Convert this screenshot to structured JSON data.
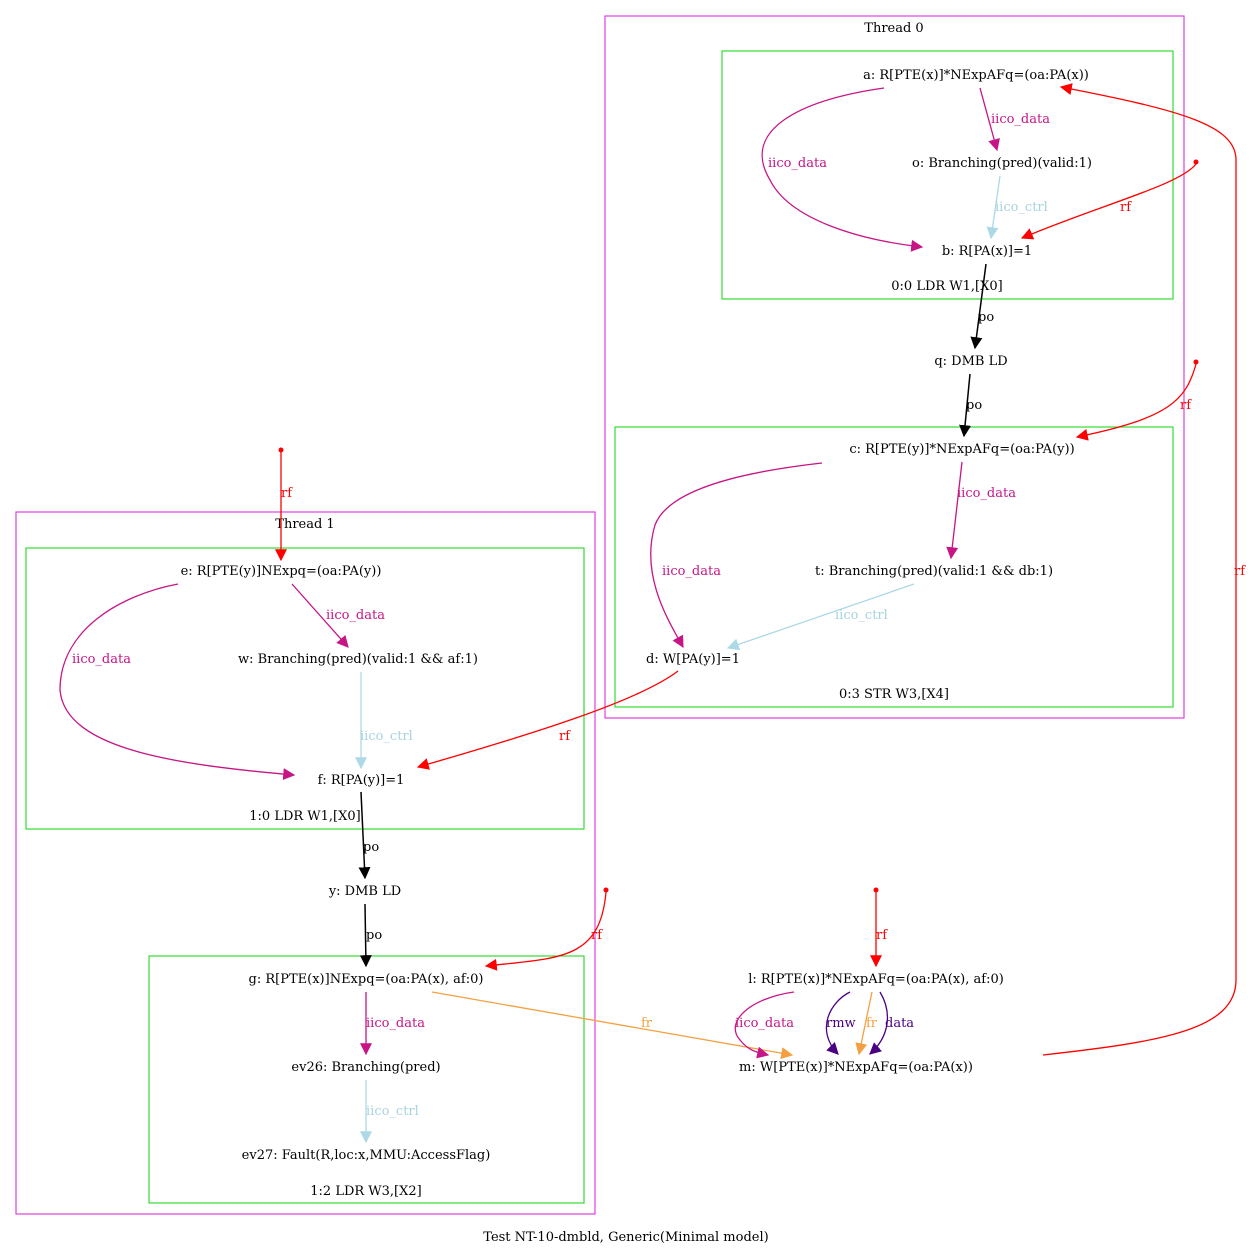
{
  "diagram": {
    "caption": "Test NT-10-dmbld, Generic(Minimal model)",
    "colors": {
      "thread_border": "#e040e0",
      "instr_border": "#33dd33",
      "iico_data": "#c71585",
      "iico_ctrl": "#add8e6",
      "rf": "#ff0000",
      "po": "#000000",
      "fr": "#f4a041",
      "rmw": "#4b0082",
      "data": "#4b0082"
    },
    "threads": [
      {
        "id": "thread0",
        "label": "Thread 0"
      },
      {
        "id": "thread1",
        "label": "Thread 1"
      }
    ],
    "instructions": [
      {
        "id": "i00",
        "label": "0:0 LDR W1,[X0]"
      },
      {
        "id": "i03",
        "label": "0:3 STR W3,[X4]"
      },
      {
        "id": "i10",
        "label": "1:0 LDR W1,[X0]"
      },
      {
        "id": "i12",
        "label": "1:2 LDR W3,[X2]"
      }
    ],
    "nodes": {
      "a": "a: R[PTE(x)]*NExpAFq=(oa:PA(x))",
      "o": "o: Branching(pred)(valid:1)",
      "b": "b: R[PA(x)]=1",
      "q": "q: DMB LD",
      "c": "c: R[PTE(y)]*NExpAFq=(oa:PA(y))",
      "t": "t: Branching(pred)(valid:1 && db:1)",
      "d": "d: W[PA(y)]=1",
      "e": "e: R[PTE(y)]NExpq=(oa:PA(y))",
      "w": "w: Branching(pred)(valid:1 && af:1)",
      "f": "f: R[PA(y)]=1",
      "y": "y: DMB LD",
      "g": "g: R[PTE(x)]NExpq=(oa:PA(x), af:0)",
      "ev26": "ev26: Branching(pred)",
      "ev27": "ev27: Fault(R,loc:x,MMU:AccessFlag)",
      "l": "l: R[PTE(x)]*NExpAFq=(oa:PA(x), af:0)",
      "m": "m: W[PTE(x)]*NExpAFq=(oa:PA(x))"
    },
    "edges": [
      {
        "id": "a-o",
        "kind": "iico_data",
        "label": "iico_data"
      },
      {
        "id": "a-b",
        "kind": "iico_data",
        "label": "iico_data"
      },
      {
        "id": "o-b",
        "kind": "iico_ctrl",
        "label": "iico_ctrl"
      },
      {
        "id": "init-b",
        "kind": "rf",
        "label": "rf"
      },
      {
        "id": "b-q",
        "kind": "po",
        "label": "po"
      },
      {
        "id": "q-c",
        "kind": "po",
        "label": "po"
      },
      {
        "id": "init-c",
        "kind": "rf",
        "label": "rf"
      },
      {
        "id": "c-t",
        "kind": "iico_data",
        "label": "iico_data"
      },
      {
        "id": "c-d",
        "kind": "iico_data",
        "label": "iico_data"
      },
      {
        "id": "t-d",
        "kind": "iico_ctrl",
        "label": "iico_ctrl"
      },
      {
        "id": "d-f",
        "kind": "rf",
        "label": "rf"
      },
      {
        "id": "m-a",
        "kind": "rf",
        "label": "rf"
      },
      {
        "id": "init-e",
        "kind": "rf",
        "label": "rf"
      },
      {
        "id": "e-w",
        "kind": "iico_data",
        "label": "iico_data"
      },
      {
        "id": "e-f",
        "kind": "iico_data",
        "label": "iico_data"
      },
      {
        "id": "w-f",
        "kind": "iico_ctrl",
        "label": "iico_ctrl"
      },
      {
        "id": "f-y",
        "kind": "po",
        "label": "po"
      },
      {
        "id": "y-g",
        "kind": "po",
        "label": "po"
      },
      {
        "id": "init-g",
        "kind": "rf",
        "label": "rf"
      },
      {
        "id": "g-ev26",
        "kind": "iico_data",
        "label": "iico_data"
      },
      {
        "id": "ev26-ev27",
        "kind": "iico_ctrl",
        "label": "iico_ctrl"
      },
      {
        "id": "g-m",
        "kind": "fr",
        "label": "fr"
      },
      {
        "id": "init-l",
        "kind": "rf",
        "label": "rf"
      },
      {
        "id": "l-m-iico",
        "kind": "iico_data",
        "label": "iico_data"
      },
      {
        "id": "l-m-rmw",
        "kind": "rmw",
        "label": "rmw"
      },
      {
        "id": "l-m-fr",
        "kind": "fr",
        "label": "fr"
      },
      {
        "id": "l-m-data",
        "kind": "data",
        "label": "data"
      }
    ]
  }
}
